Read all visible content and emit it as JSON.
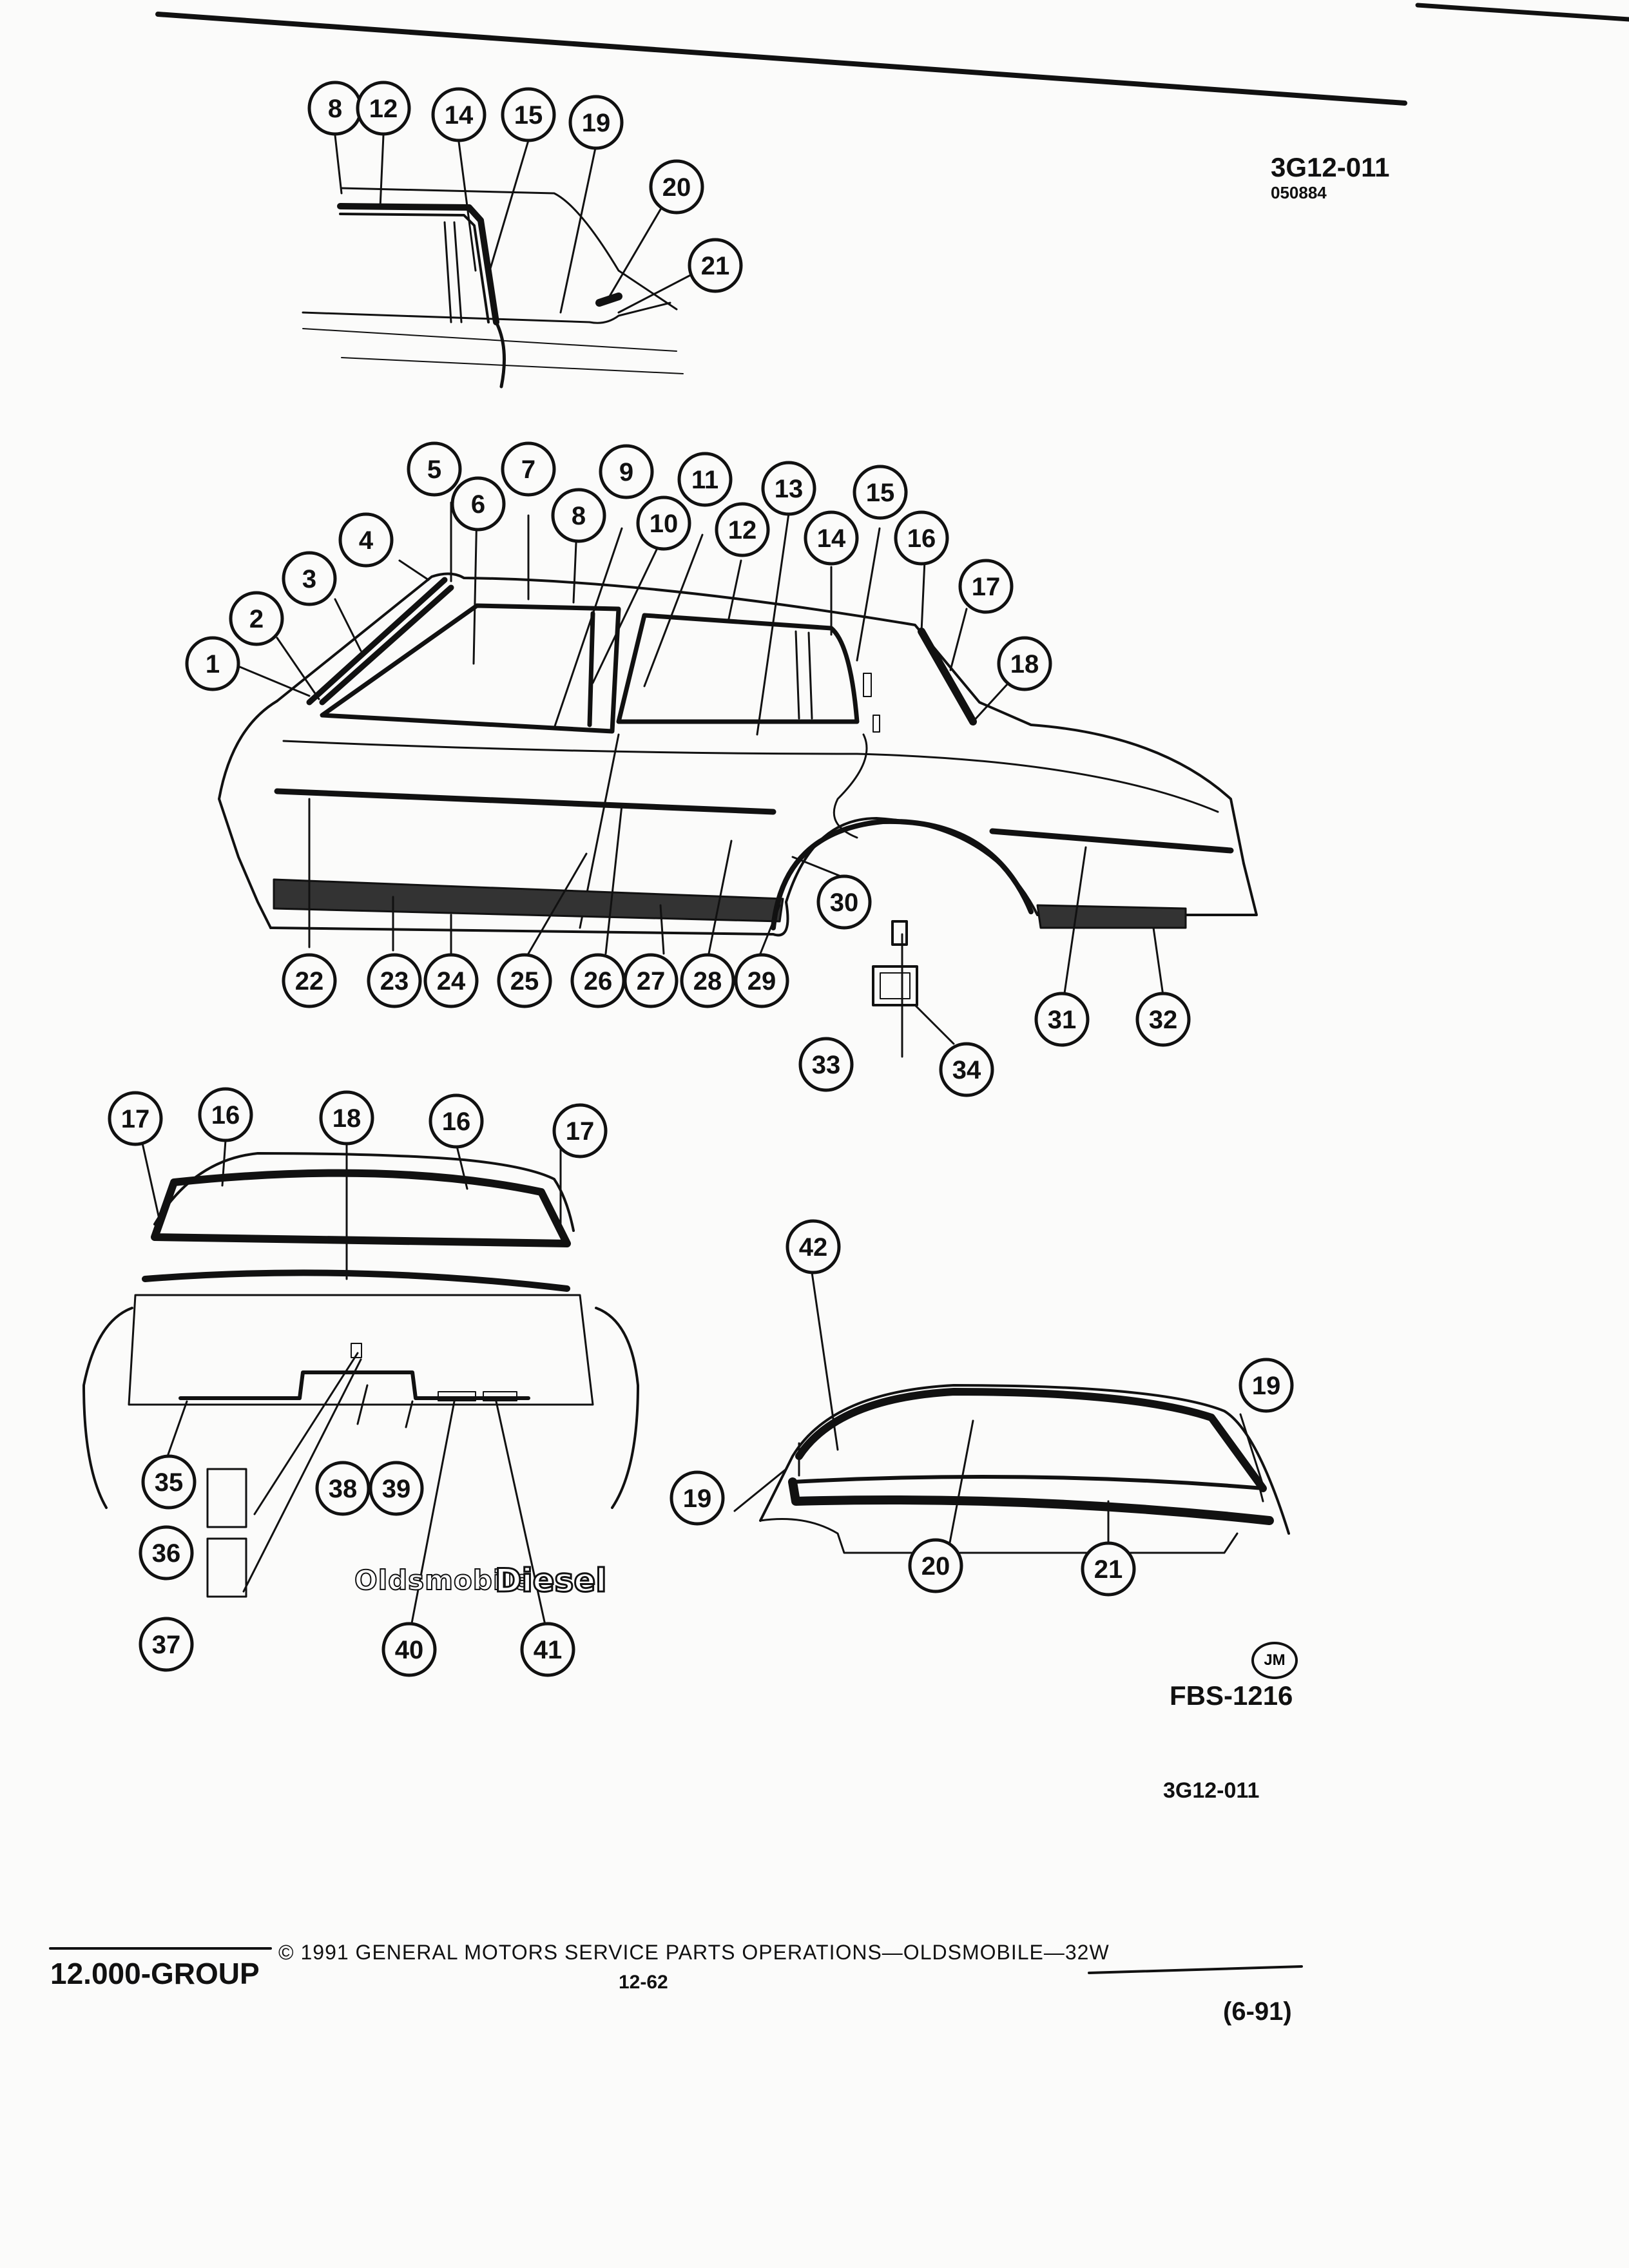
{
  "header": {
    "figure_code": "3G12-011",
    "figure_date_code": "050884"
  },
  "labels": {
    "fbs_code": "FBS-1216",
    "illustrator_initials": "JM",
    "figure_code_bottom": "3G12-011"
  },
  "emblems": {
    "nameplate": "Oldsmobile",
    "diesel": "Diesel"
  },
  "footer": {
    "group": "12.000-GROUP",
    "copyright": "© 1991 GENERAL MOTORS SERVICE PARTS OPERATIONS—OLDSMOBILE—32W",
    "page_number": "12-62",
    "revision_date": "(6-91)"
  },
  "callouts": {
    "inset_top": [
      "8",
      "12",
      "14",
      "15",
      "19",
      "20",
      "21"
    ],
    "side_view": [
      "1",
      "2",
      "3",
      "4",
      "5",
      "6",
      "7",
      "8",
      "9",
      "10",
      "11",
      "12",
      "13",
      "14",
      "15",
      "16",
      "17",
      "18",
      "22",
      "23",
      "24",
      "25",
      "26",
      "27",
      "28",
      "29",
      "30",
      "31",
      "32",
      "33",
      "34"
    ],
    "rear_view": [
      "17",
      "16",
      "18",
      "16",
      "17",
      "35",
      "36",
      "37",
      "38",
      "39",
      "40",
      "41"
    ],
    "front_view": [
      "42",
      "19",
      "19",
      "20",
      "21"
    ]
  }
}
